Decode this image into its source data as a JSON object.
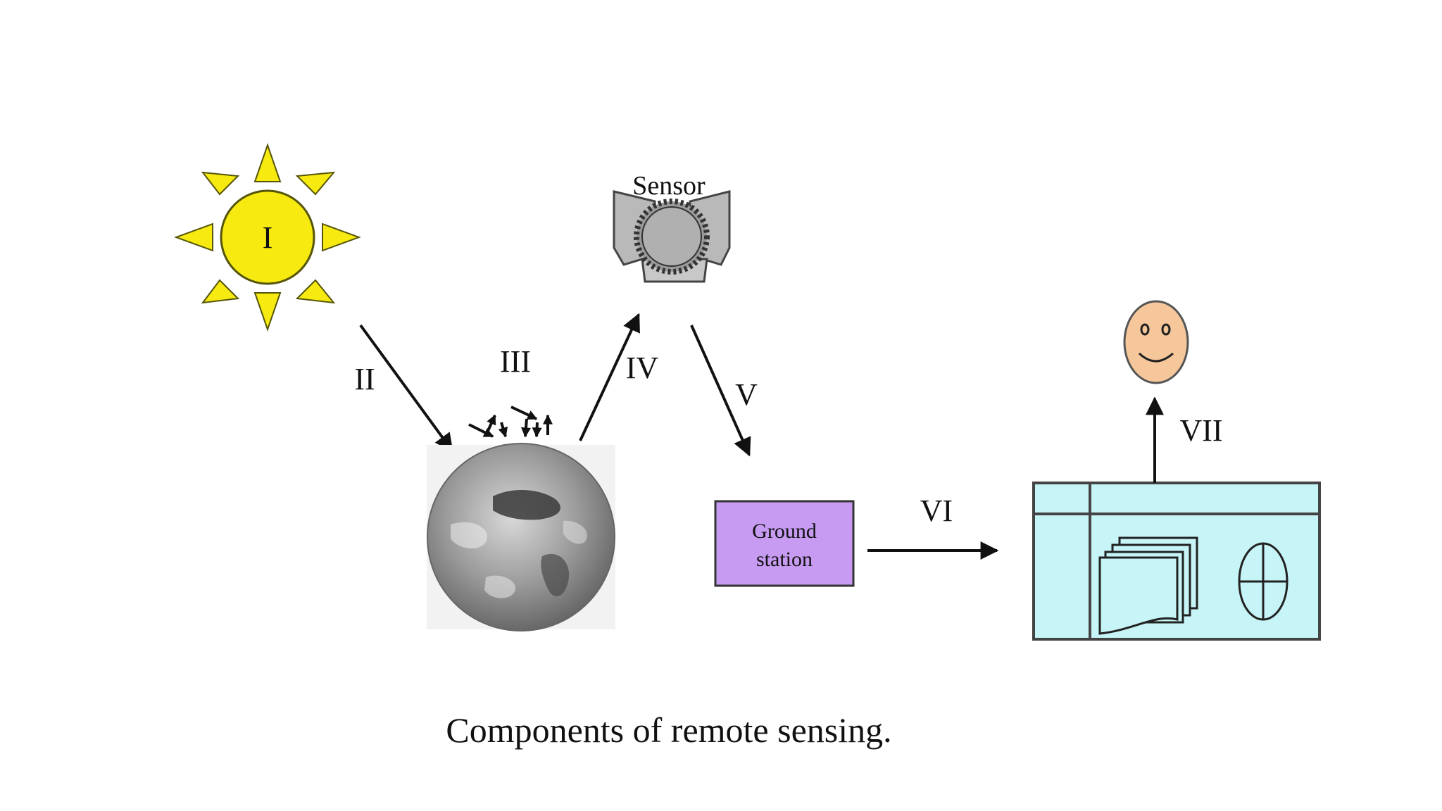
{
  "labels": {
    "source": "I",
    "incident_path": "II",
    "interaction": "III",
    "reflected_path": "IV",
    "transmission": "V",
    "processing_link": "VI",
    "application_link": "VII"
  },
  "sensor": {
    "label": "Sensor"
  },
  "ground_station": {
    "line1": "Ground",
    "line2": "station"
  },
  "caption": "Components of remote sensing.",
  "colors": {
    "sun": "#f7ea10",
    "sun_stroke": "#6b6a00",
    "earth": "#8a8a8a",
    "sensor": "#b9b9b9",
    "ground_station": "#c79bf2",
    "workstation": "#c6f4f7",
    "face": "#f6c79a",
    "arrow": "#111111"
  },
  "icons": [
    "sun-icon",
    "earth-icon",
    "satellite-icon",
    "ground-station-box",
    "computer-workstation-icon",
    "person-face-icon"
  ]
}
